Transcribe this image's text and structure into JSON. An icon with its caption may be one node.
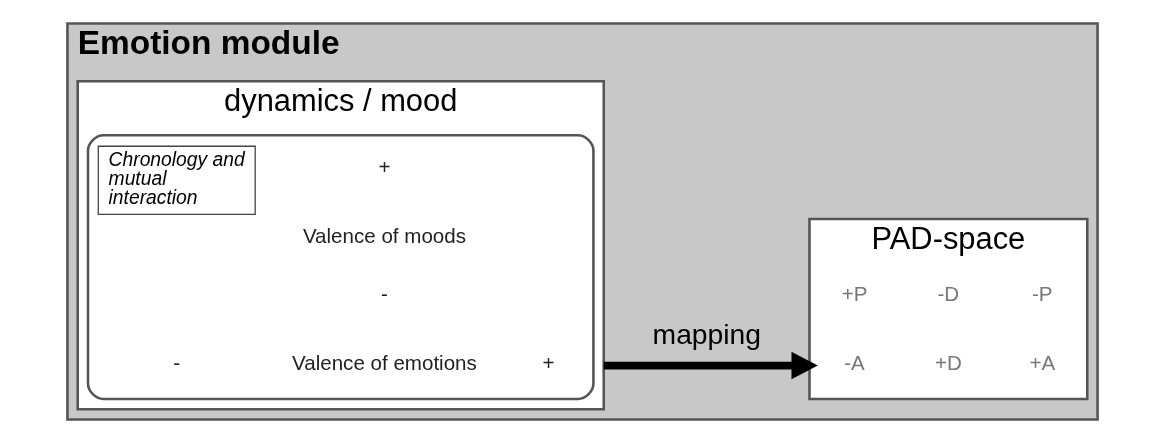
{
  "diagram": {
    "nodes": [
      {
        "text": [
          "Emotion module"
        ]
      },
      {
        "text": [
          "dynamics / mood"
        ],
        "in": 0
      },
      {
        "text": [
          "PAD-space"
        ],
        "in": 0
      },
      {
        "text": [],
        "shape": "box",
        "in": 1
      },
      {
        "text": [
          "Chronology and mutual interaction"
        ],
        "in": 3
      }
    ],
    "edges": [
      {
        "from": 1,
        "to": 2,
        "arrow": "to",
        "label": "mapping"
      }
    ],
    "labels": [
      "+",
      "Valence of moods",
      "-",
      "-",
      "Valence of emotions",
      "+",
      "+D",
      "+P",
      "+A",
      "-A",
      "-P",
      "-D"
    ]
  }
}
